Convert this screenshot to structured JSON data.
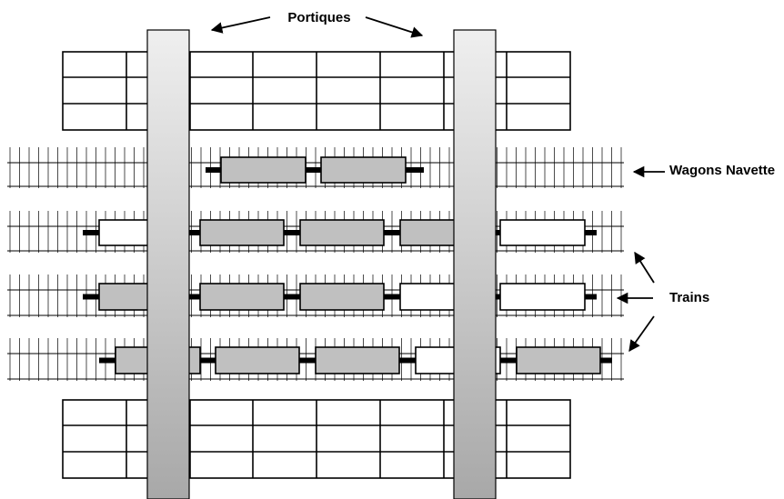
{
  "labels": {
    "portiques": "Portiques",
    "wagons_navette": "Wagons Navette",
    "trains": "Trains"
  },
  "colors": {
    "wagon_loaded": "#c0c0c0",
    "wagon_empty": "#ffffff",
    "line": "#000000",
    "gantry_light": "#ececec",
    "gantry_dark": "#b4b4b4"
  },
  "tracks": [
    {
      "id": "shuttle-track",
      "kind": "shuttle",
      "wagons": [
        "loaded",
        "loaded"
      ]
    },
    {
      "id": "train-track-1",
      "kind": "train",
      "wagons": [
        "empty",
        "loaded",
        "loaded",
        "loaded",
        "empty"
      ]
    },
    {
      "id": "train-track-2",
      "kind": "train",
      "wagons": [
        "loaded",
        "loaded",
        "loaded",
        "empty",
        "empty"
      ]
    },
    {
      "id": "train-track-3",
      "kind": "train",
      "wagons": [
        "loaded",
        "loaded",
        "loaded",
        "empty",
        "loaded"
      ]
    }
  ]
}
